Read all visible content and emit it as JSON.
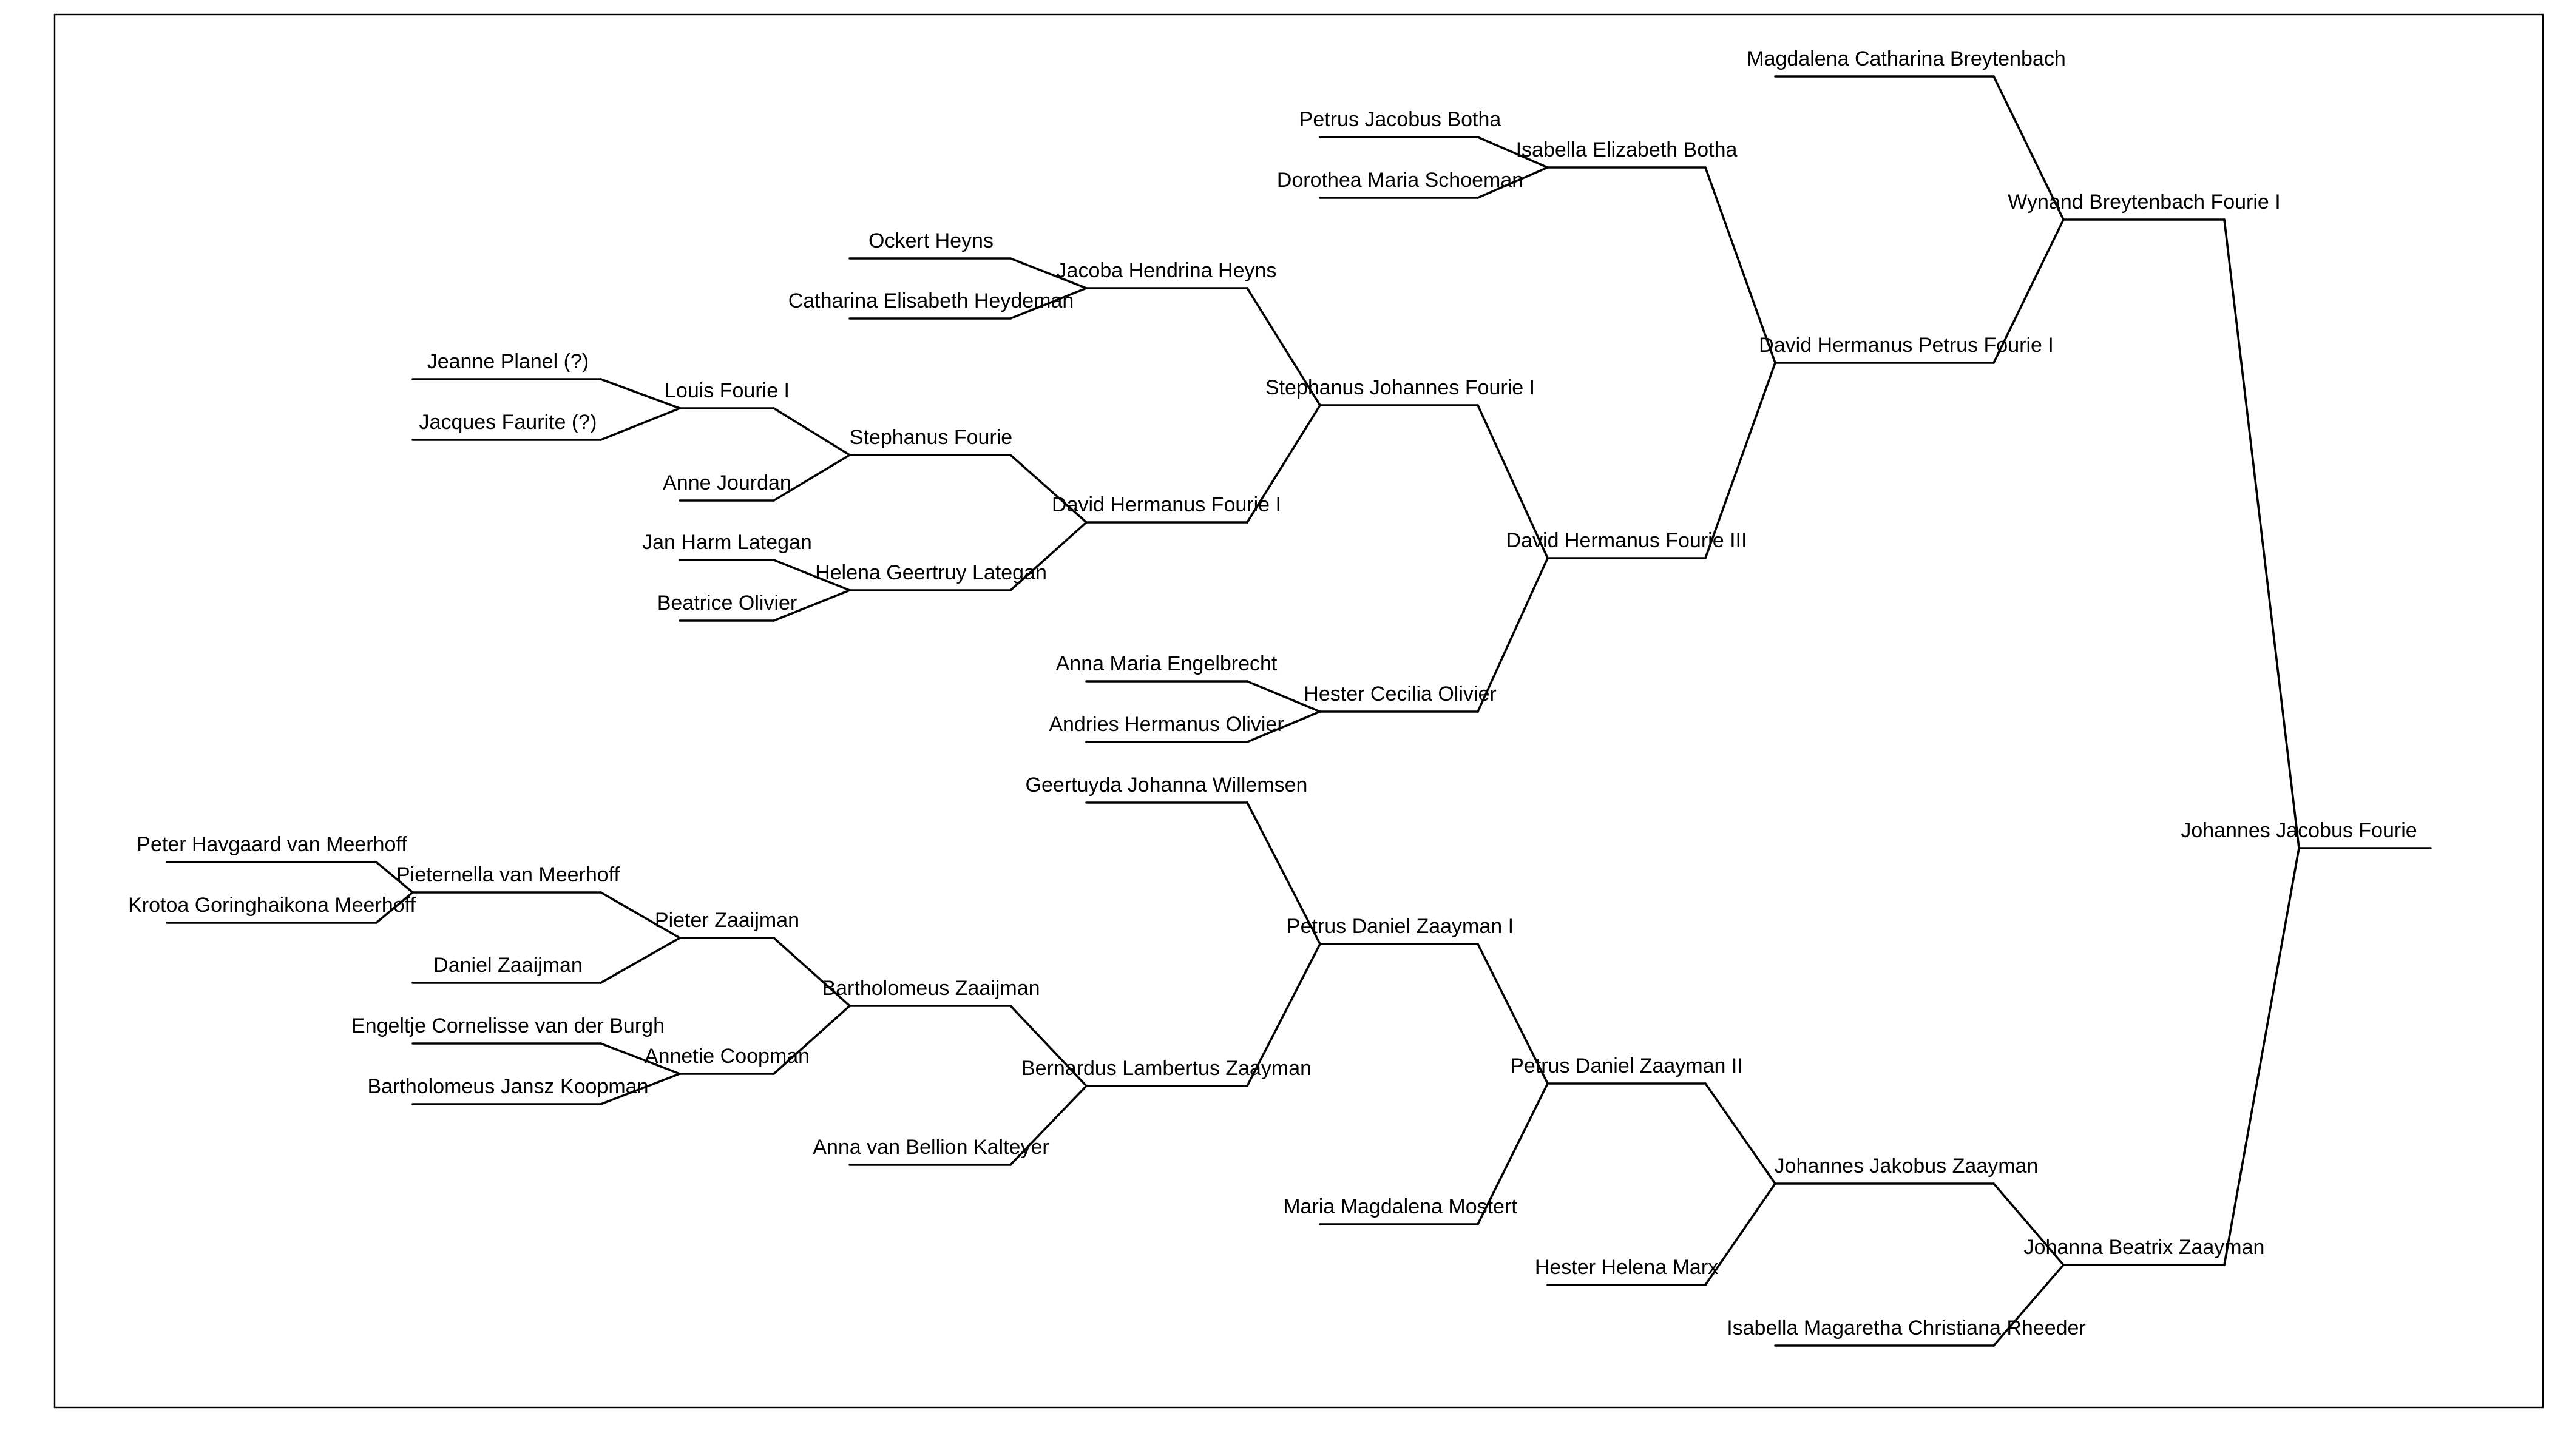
{
  "chart_data": {
    "type": "family-tree",
    "root": "johannes_jacobus",
    "people": [
      {
        "id": "johannes_jacobus",
        "name": "Johannes Jacobus Fourie",
        "gen": 0,
        "children": [
          "wynand",
          "johanna_beatrix"
        ]
      },
      {
        "id": "wynand",
        "name": "Wynand Breytenbach Fourie I",
        "gen": 1,
        "children": [
          "magdalena",
          "david_petrus"
        ]
      },
      {
        "id": "johanna_beatrix",
        "name": "Johanna Beatrix Zaayman",
        "gen": 1,
        "children": [
          "johannes_jakobus",
          "isabella_magaretha"
        ]
      },
      {
        "id": "magdalena",
        "name": "Magdalena Catharina Breytenbach",
        "gen": 2,
        "children": []
      },
      {
        "id": "david_petrus",
        "name": "David Hermanus Petrus Fourie I",
        "gen": 2,
        "children": [
          "isabella_botha",
          "david_iii"
        ]
      },
      {
        "id": "johannes_jakobus",
        "name": "Johannes Jakobus Zaayman",
        "gen": 2,
        "children": [
          "petrus_ii",
          "hester_marx"
        ]
      },
      {
        "id": "isabella_magaretha",
        "name": "Isabella Magaretha Christiana Rheeder",
        "gen": 2,
        "children": []
      },
      {
        "id": "isabella_botha",
        "name": "Isabella Elizabeth Botha",
        "gen": 3,
        "children": [
          "petrus_botha",
          "dorothea"
        ]
      },
      {
        "id": "david_iii",
        "name": "David Hermanus Fourie III",
        "gen": 3,
        "children": [
          "stephanus_johannes",
          "hester_cecilia"
        ]
      },
      {
        "id": "petrus_ii",
        "name": "Petrus Daniel Zaayman II",
        "gen": 3,
        "children": [
          "petrus_i",
          "maria_magdalena"
        ]
      },
      {
        "id": "hester_marx",
        "name": "Hester Helena Marx",
        "gen": 3,
        "children": []
      },
      {
        "id": "petrus_botha",
        "name": "Petrus Jacobus Botha",
        "gen": 4,
        "children": []
      },
      {
        "id": "dorothea",
        "name": "Dorothea Maria Schoeman",
        "gen": 4,
        "children": []
      },
      {
        "id": "stephanus_johannes",
        "name": "Stephanus Johannes Fourie I",
        "gen": 4,
        "children": [
          "jacoba",
          "david_i"
        ]
      },
      {
        "id": "hester_cecilia",
        "name": "Hester Cecilia Olivier",
        "gen": 4,
        "children": [
          "anna_engelbrecht",
          "andries"
        ]
      },
      {
        "id": "petrus_i",
        "name": "Petrus Daniel Zaayman I",
        "gen": 4,
        "children": [
          "geertuyda",
          "bernardus"
        ]
      },
      {
        "id": "maria_magdalena",
        "name": "Maria Magdalena Mostert",
        "gen": 4,
        "children": []
      },
      {
        "id": "jacoba",
        "name": "Jacoba Hendrina Heyns",
        "gen": 5,
        "children": [
          "ockert",
          "catharina"
        ]
      },
      {
        "id": "david_i",
        "name": "David Hermanus Fourie I",
        "gen": 5,
        "children": [
          "stephanus",
          "helena"
        ]
      },
      {
        "id": "anna_engelbrecht",
        "name": "Anna Maria Engelbrecht",
        "gen": 5,
        "children": []
      },
      {
        "id": "andries",
        "name": "Andries Hermanus Olivier",
        "gen": 5,
        "children": []
      },
      {
        "id": "geertuyda",
        "name": "Geertuyda Johanna Willemsen",
        "gen": 5,
        "children": []
      },
      {
        "id": "bernardus",
        "name": "Bernardus Lambertus Zaayman",
        "gen": 5,
        "children": [
          "bartholomeus_z",
          "anna_bellion"
        ]
      },
      {
        "id": "ockert",
        "name": "Ockert Heyns",
        "gen": 6,
        "children": []
      },
      {
        "id": "catharina",
        "name": "Catharina Elisabeth Heydeman",
        "gen": 6,
        "children": []
      },
      {
        "id": "stephanus",
        "name": "Stephanus Fourie",
        "gen": 6,
        "children": [
          "louis",
          "anne"
        ]
      },
      {
        "id": "helena",
        "name": "Helena Geertruy Lategan",
        "gen": 6,
        "children": [
          "jan_harm",
          "beatrice"
        ]
      },
      {
        "id": "bartholomeus_z",
        "name": "Bartholomeus Zaaijman",
        "gen": 6,
        "children": [
          "pieter",
          "annetie"
        ]
      },
      {
        "id": "anna_bellion",
        "name": "Anna van Bellion Kalteyer",
        "gen": 6,
        "children": []
      },
      {
        "id": "louis",
        "name": "Louis Fourie I",
        "gen": 7,
        "children": [
          "jeanne",
          "jacques"
        ]
      },
      {
        "id": "anne",
        "name": "Anne Jourdan",
        "gen": 7,
        "children": []
      },
      {
        "id": "jan_harm",
        "name": "Jan Harm Lategan",
        "gen": 7,
        "children": []
      },
      {
        "id": "beatrice",
        "name": "Beatrice Olivier",
        "gen": 7,
        "children": []
      },
      {
        "id": "pieter",
        "name": "Pieter Zaaijman",
        "gen": 7,
        "children": [
          "pieternella",
          "daniel"
        ]
      },
      {
        "id": "annetie",
        "name": "Annetie Coopman",
        "gen": 7,
        "children": [
          "engeltje",
          "bartholomeus_k"
        ]
      },
      {
        "id": "jeanne",
        "name": "Jeanne Planel (?)",
        "gen": 8,
        "children": []
      },
      {
        "id": "jacques",
        "name": "Jacques Faurite (?)",
        "gen": 8,
        "children": []
      },
      {
        "id": "pieternella",
        "name": "Pieternella van Meerhoff",
        "gen": 8,
        "children": [
          "peter",
          "krotoa"
        ]
      },
      {
        "id": "daniel",
        "name": "Daniel Zaaijman",
        "gen": 8,
        "children": []
      },
      {
        "id": "engeltje",
        "name": "Engeltje Cornelisse van der Burgh",
        "gen": 8,
        "children": []
      },
      {
        "id": "bartholomeus_k",
        "name": "Bartholomeus Jansz Koopman",
        "gen": 8,
        "children": []
      },
      {
        "id": "peter",
        "name": "Peter Havgaard van Meerhoff",
        "gen": 9,
        "children": []
      },
      {
        "id": "krotoa",
        "name": "Krotoa Goringhaikona Meerhoff",
        "gen": 9,
        "children": []
      }
    ]
  }
}
